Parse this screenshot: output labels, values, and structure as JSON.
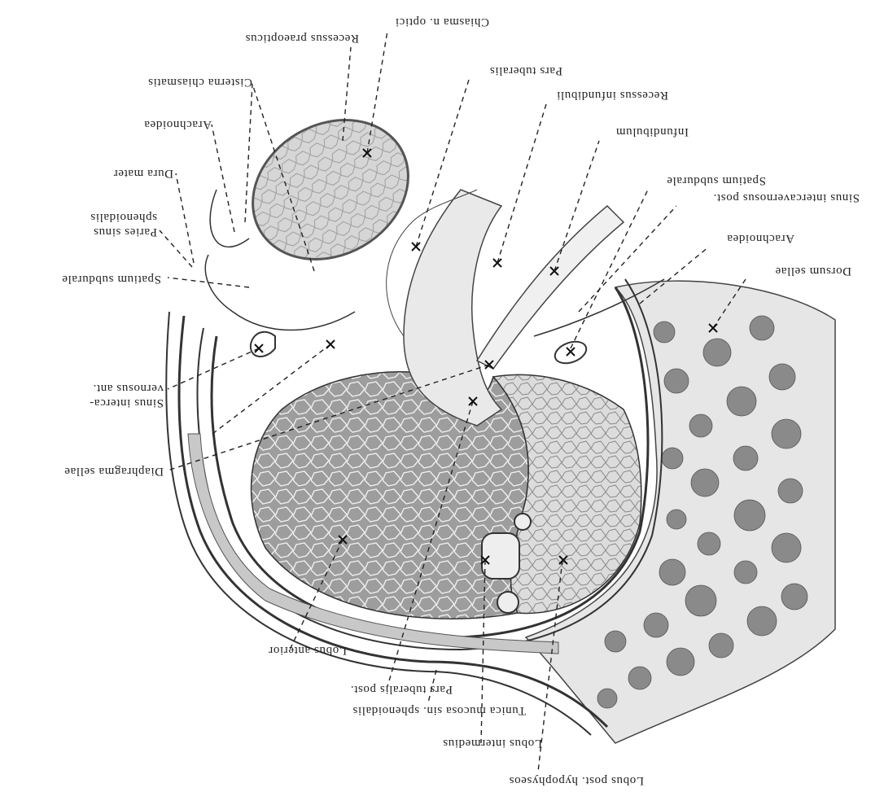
{
  "labels": {
    "lobus_post_hypophyseos": "Lobus post. hypophyseos",
    "lobus_intermedius": "Lobus intermedius",
    "tunica_mucosa": "Tunica mucosa sin. sphenoidalis",
    "pars_tuberalis_post": "Pars tuberalis post.",
    "lobus_anterior": "Lobus anterior",
    "diaphragma_sellae": "Diaphragma sellae",
    "sinus_intercavernosus_ant_1": "Sinus interca-",
    "sinus_intercavernosus_ant_2": "vernosus ant.",
    "spatium_subdurale_right": "Spatium subdurale",
    "paries_sinus_1": "Paries sinus",
    "paries_sinus_2": "sphenoidalis",
    "dura_mater": "Dura mater",
    "arachnoidea_right": "Arachnoidea",
    "cisterna_chiasmatis": "Cisterna chiasmatis",
    "recessus_praeopticus": "Recessus praeopticus",
    "chiasma_n_optici": "Chiasma n. optici",
    "pars_tuberalis": "Pars tuberalis",
    "recessus_infundibuli": "Recessus infundibuli",
    "infundibulum": "Infundibulum",
    "spatium_subdurale_left": "Spatium subdurale",
    "sinus_intercavernosus_post": "Sinus intercavernosus post.",
    "arachnoidea_left": "Arachnoidea",
    "dorsum_sellae": "Dorsum sellae"
  },
  "colors": {
    "bone_fill": "#e6e6e6",
    "bone_cavity": "#8a8a8a",
    "anterior_lobe": "#9d9d9d",
    "posterior_lobe": "#dcdcdc",
    "chiasma": "#d6d6d6",
    "line": "#333333",
    "background": "#ffffff"
  }
}
